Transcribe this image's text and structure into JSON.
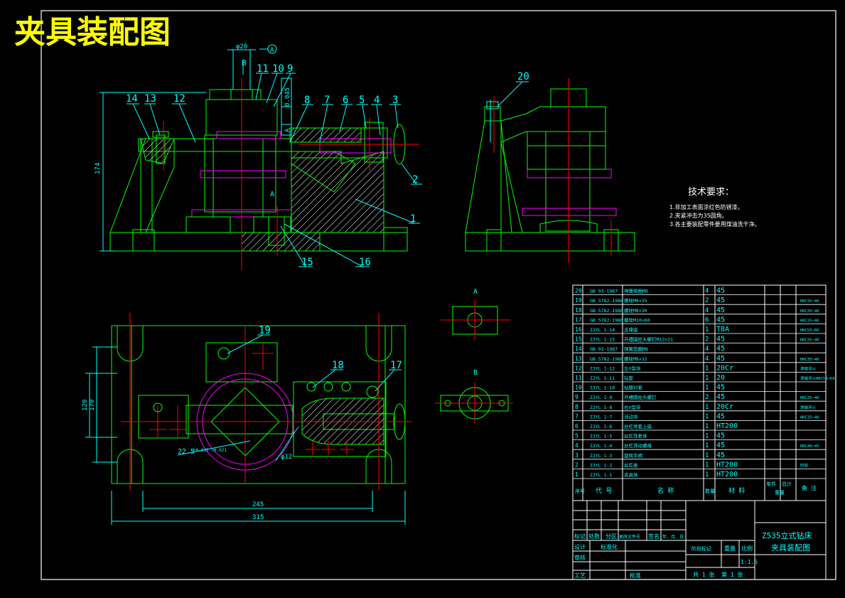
{
  "drawing": {
    "title": "夹具装配图",
    "view_labels": {
      "a": "A",
      "b": "B",
      "a_bot": "A",
      "b_bot": "B"
    },
    "dims": {
      "phi20": "φ20",
      "tol_flat": "0.045",
      "tol_ref": "A",
      "h174": "174",
      "h170": "170",
      "h120": "120",
      "w245": "245",
      "w315": "315",
      "d225": "22.5",
      "d225_tol": "+0.015 -0.021",
      "phi12": "φ12"
    },
    "balloons_top": [
      "14",
      "13",
      "12",
      "11",
      "10",
      "9",
      "8",
      "7",
      "6",
      "5",
      "4",
      "3",
      "2",
      "1",
      "15",
      "16"
    ],
    "balloons_side": [
      "20"
    ],
    "balloons_plan": [
      "19",
      "18",
      "17"
    ],
    "tech_req": {
      "heading": "技术要求：",
      "items": [
        "1.非加工表面涂红色防锈漆。",
        "2.夹紧冲击为35圆角。",
        "3.各主要装配零件要用煤油洗干净。"
      ]
    },
    "bom": {
      "rows": [
        [
          "20",
          "GB 93-1987",
          "弹簧垫圈M8",
          "4",
          "45",
          ""
        ],
        [
          "19",
          "GB 5782-1986",
          "螺栓M8×35",
          "2",
          "45",
          "HRC35~40"
        ],
        [
          "18",
          "GB 5782-1986",
          "螺栓M8×30",
          "4",
          "45",
          "HRC35~40"
        ],
        [
          "17",
          "GB 5782-1986",
          "螺栓M10×60",
          "6",
          "45",
          "HRC35~40"
        ],
        [
          "16",
          "ZJYL 1-14",
          "支撑座",
          "1",
          "T8A",
          "HRC55~60"
        ],
        [
          "15",
          "ZJYL 1-15",
          "开槽圆柱头螺钉M12×21",
          "2",
          "45",
          "HRC35~40"
        ],
        [
          "14",
          "GB 93-1987",
          "弹簧垫圈M8",
          "4",
          "45",
          ""
        ],
        [
          "13",
          "GB 5782-1986",
          "螺栓M8×32",
          "4",
          "45",
          "HRC35~40"
        ],
        [
          "12",
          "ZJYL 1-12",
          "左V型块",
          "1",
          "20Cr",
          "渗碳淬火"
        ],
        [
          "11",
          "ZJYL 1-11",
          "钻套",
          "1",
          "20",
          "渗碳淬火HRC58~64"
        ],
        [
          "10",
          "ZJYL 1-10",
          "钻模衬套",
          "1",
          "45",
          ""
        ],
        [
          "9",
          "ZJYL 1-9",
          "开槽圆柱头螺钉",
          "2",
          "45",
          "HRC35~40"
        ],
        [
          "8",
          "ZJYL 1-8",
          "右V型块",
          "1",
          "20Cr",
          "渗碳淬火"
        ],
        [
          "7",
          "ZJYL 1-7",
          "活动块",
          "1",
          "45",
          "HRC35~40"
        ],
        [
          "6",
          "ZJYL 1-6",
          "丝杠导套上座",
          "1",
          "HT200",
          ""
        ],
        [
          "5",
          "ZJYL 1-5",
          "丝杠导套体",
          "1",
          "45",
          ""
        ],
        [
          "4",
          "ZJYL 1-4",
          "丝杠滑动螺母",
          "1",
          "45",
          "HRC40~45"
        ],
        [
          "3",
          "ZJYL 1-3",
          "旋转手柄",
          "1",
          "45",
          ""
        ],
        [
          "2",
          "ZJYL 1-2",
          "丝杠座",
          "1",
          "HT200",
          "时效"
        ],
        [
          "1",
          "ZJYL 1-1",
          "夹具体",
          "1",
          "HT200",
          ""
        ]
      ],
      "header": {
        "seq": "序号",
        "code": "代 号",
        "name": "名 称",
        "qty": "数量",
        "material": "材 料",
        "unit_wt": "单件",
        "total_wt": "总计",
        "wt_label": "重量",
        "remark": "备 注"
      }
    },
    "title_block": {
      "name_line1": "Z535立式钻床",
      "name_line2": "夹具装配图",
      "mark_row": [
        "标记",
        "处数",
        "分区",
        "更改文件号",
        "签名",
        "年、月、日"
      ],
      "rows_left": [
        "设计",
        "审核",
        "工艺"
      ],
      "std": "标准化",
      "approve": "批准",
      "stage": "阶段标记",
      "weight": "重量",
      "scale_label": "比例",
      "scale": "1:1.5",
      "sheets": "共 1 张",
      "sheet": "第 1 张"
    },
    "colors": {
      "frame": "#ffffff",
      "outline": "#00ff00",
      "center": "#ff0000",
      "hatch": "#ffffff",
      "dim": "#00ffff",
      "part": "#ff00ff",
      "title": "#ffff00"
    }
  }
}
